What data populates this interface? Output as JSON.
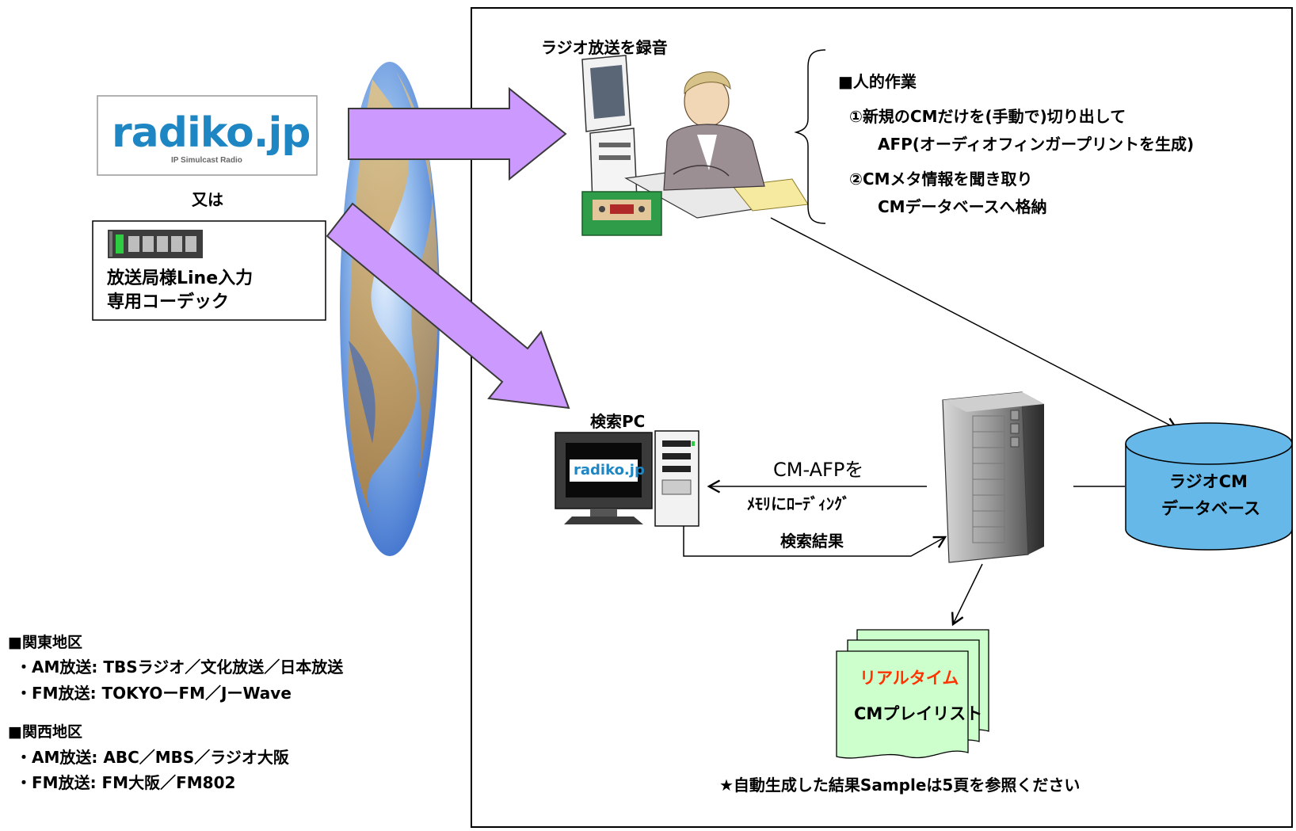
{
  "colors": {
    "arrow_fill": "#cc99ff",
    "arrow_stroke": "#3a3a3a",
    "database_fill": "#66b8e8",
    "playlist_fill": "#ccffcc",
    "realtime_text": "#ff3300",
    "radiko_logo": "#1f86c4"
  },
  "left": {
    "radiko_logo_text": "radiko.jp",
    "radiko_logo_sub": "IP Simulcast Radio",
    "or_label": "又は",
    "codec_line1": "放送局様Line入力",
    "codec_line2": "専用コーデック"
  },
  "regions": {
    "kanto": {
      "title": "■関東地区",
      "am": "・AM放送:  TBSラジオ／文化放送／日本放送",
      "fm": "・FM放送:  TOKYOーFM／JーWave"
    },
    "kansai": {
      "title": "■関西地区",
      "am": "・AM放送:  ABC／MBS／ラジオ大阪",
      "fm": "・FM放送:  FM大阪／FM802"
    }
  },
  "recording": {
    "title": "ラジオ放送を録音"
  },
  "manual_work": {
    "title": "■人的作業",
    "step1_line1": "①新規のCMだけを(手動で)切り出して",
    "step1_line2": "AFP(オーディオフィンガープリントを生成)",
    "step2_line1": "②CMメタ情報を聞き取り",
    "step2_line2": "CMデータベースへ格納"
  },
  "search_pc": {
    "title": "検索PC",
    "screen_logo": "radiko.jp"
  },
  "flows": {
    "afp_load_line1": "CM-AFPを",
    "afp_load_line2": "ﾒﾓﾘにﾛｰﾃﾞｨﾝｸﾞ",
    "search_result": "検索結果"
  },
  "database": {
    "line1": "ラジオCM",
    "line2": "データベース"
  },
  "playlist": {
    "line1": "リアルタイム",
    "line2": "CMプレイリスト"
  },
  "footer_note": "★自動生成した結果Sampleは5頁を参照ください"
}
